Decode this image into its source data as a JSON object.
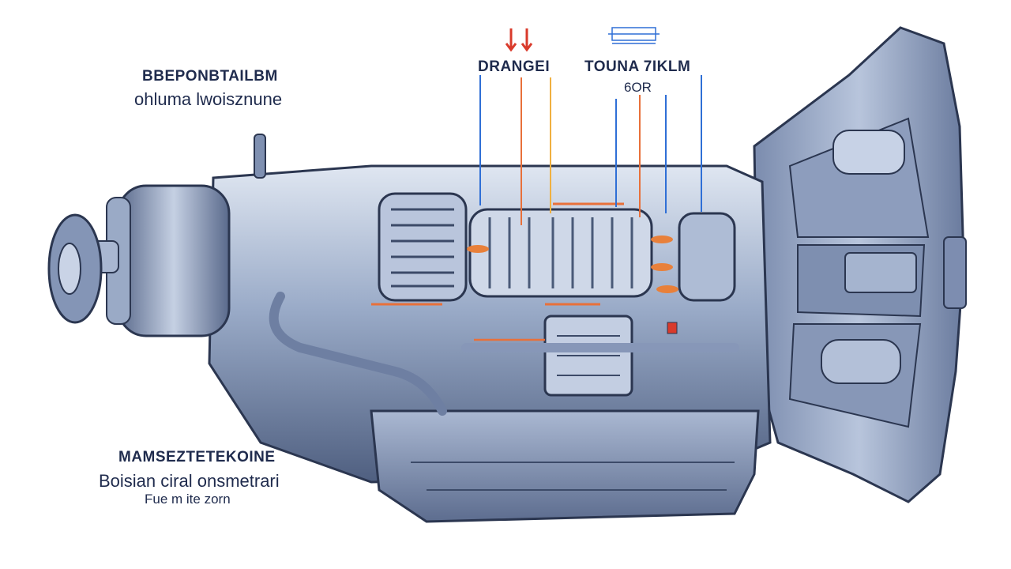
{
  "diagram": {
    "labels": {
      "top_left_title": "BBEPONBTAILBM",
      "top_left_subtitle": "ohluma lwoisznune",
      "bottom_left_title": "MAMSEZTETEKOINE",
      "bottom_left_subtitle": "Boisian ciral onsmetrari",
      "bottom_left_note": "Fue m ite zorn",
      "callout_left": "DRANGEI",
      "callout_right": "TOUNA 7IKLM",
      "callout_right_sub": "6OR"
    },
    "colors": {
      "line_blue": "#2f6fd6",
      "line_orange": "#e8703a",
      "line_red": "#d93a2b",
      "metal_dark": "#4a5a78",
      "metal_mid": "#8a9cbc",
      "metal_light": "#c9d4e6",
      "outline": "#2b3650"
    },
    "icons": [
      "down-arrows-icon",
      "bracket-icon"
    ]
  }
}
